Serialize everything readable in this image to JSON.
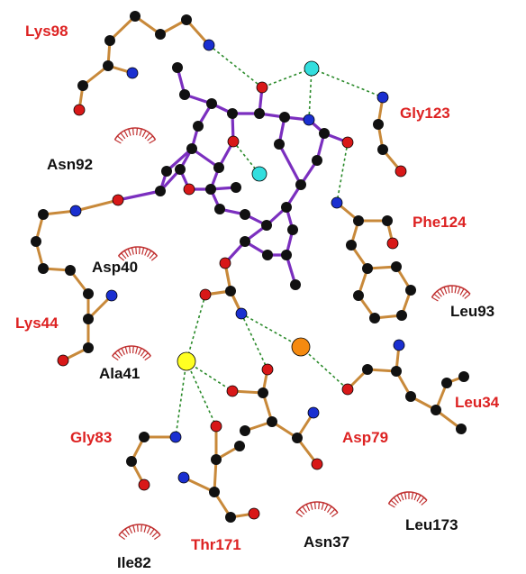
{
  "colors": {
    "ligand_bond": "#7b2fbf",
    "residue_bond": "#c8893a",
    "carbon": "#111111",
    "oxygen": "#d81818",
    "nitrogen": "#1a2fd0",
    "water": "#33dede",
    "metal_yellow": "#ffff22",
    "metal_orange": "#f58a10",
    "hbond": "#2a8a2a",
    "hydrophobic_arc": "#c03030",
    "bonded_residue_label": "#dd2222",
    "contact_residue_label": "#111111"
  },
  "residues": {
    "lys98": "Lys98",
    "gly123": "Gly123",
    "asn92": "Asn92",
    "phe124": "Phe124",
    "asp40": "Asp40",
    "leu93": "Leu93",
    "lys44": "Lys44",
    "ala41": "Ala41",
    "leu34": "Leu34",
    "asp79": "Asp79",
    "gly83": "Gly83",
    "thr171": "Thr171",
    "asn37": "Asn37",
    "leu173": "Leu173",
    "ile82": "Ile82"
  }
}
